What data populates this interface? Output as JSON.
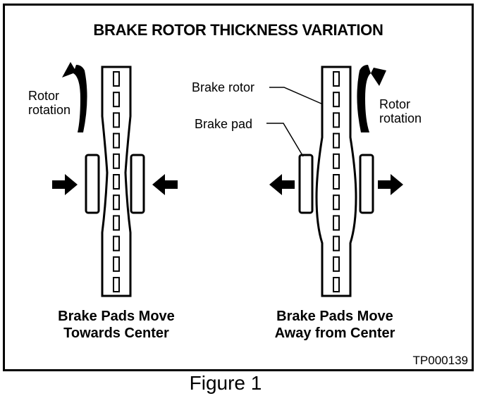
{
  "title": "BRAKE ROTOR THICKNESS VARIATION",
  "left_panel": {
    "rotation_label_line1": "Rotor",
    "rotation_label_line2": "rotation",
    "caption_line1": "Brake Pads Move",
    "caption_line2": "Towards Center"
  },
  "right_panel": {
    "rotor_callout": "Brake rotor",
    "pad_callout": "Brake pad",
    "rotation_label_line1": "Rotor",
    "rotation_label_line2": "rotation",
    "caption_line1": "Brake Pads Move",
    "caption_line2": "Away from Center"
  },
  "figure_code": "TP000139",
  "figure_caption": "Figure 1"
}
